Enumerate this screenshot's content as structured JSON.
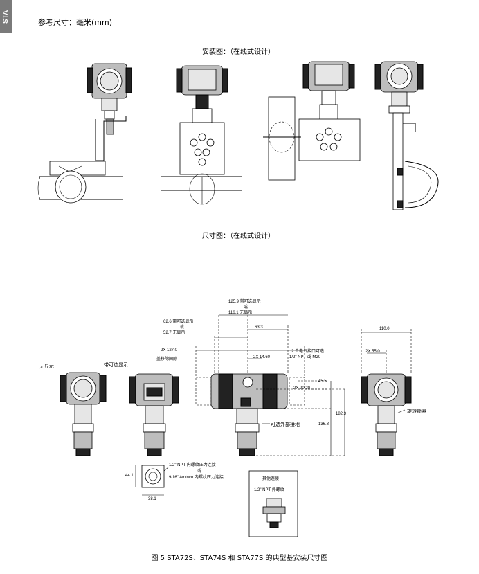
{
  "side_tab": "STA",
  "reference_units": "参考尺寸：毫米(mm)",
  "install_title": "安装图：（在线式设计）",
  "dimension_title": "尺寸图：（在线式设计）",
  "labels": {
    "no_display": "无显示",
    "with_display": "带可选显示",
    "d1259_a": "125.9 带可选显示",
    "d1259_b": "或",
    "d1259_c": "116.1 无显示",
    "d626_a": "62.6 带可选显示",
    "d626_b": "或",
    "d626_c": "52.7 无显示",
    "d633": "63.3",
    "d1270_a": "2X 127.0",
    "d1270_b": "盖移除间隙",
    "d1460": "2X 14.60",
    "conduit_a": "2 个电气接口可选",
    "conduit_b": "1/2\" NPT 或 M20",
    "d455": "45.5",
    "d2020": "2X 20.20",
    "d1823": "182.3",
    "d1368": "136.8",
    "ground": "可选外部接地",
    "d1100": "110.0",
    "d550": "2X 55.0",
    "rotation_lock": "旋转锁紧",
    "d441": "44.1",
    "d381": "38.1",
    "thread_a": "1/2\" NPT 内螺纹压力连接",
    "thread_b": "或",
    "thread_c": "9/16\" Aminco 内螺纹压力连接",
    "other_title": "其他连接",
    "other_sub": "1/2\" NPT 外螺纹"
  },
  "caption": "图 5  STA72S、STA74S 和 STA77S 的典型基安装尺寸图"
}
